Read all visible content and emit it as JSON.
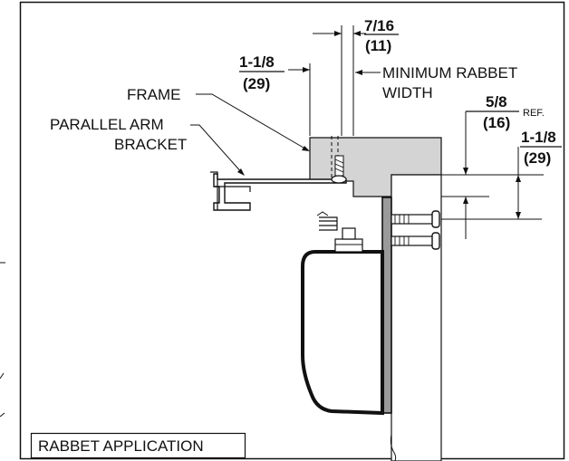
{
  "labels": {
    "frame": "FRAME",
    "parallel_arm_line1": "PARALLEL ARM",
    "parallel_arm_line2": "BRACKET",
    "minimum_rabbet_line1": "MINIMUM RABBET",
    "minimum_rabbet_line2": "WIDTH",
    "ref": "REF.",
    "title": "RABBET APPLICATION"
  },
  "dimensions": {
    "rabbet_width_in": "7/16",
    "rabbet_width_mm": "(11)",
    "frame_offset_in": "1-1/8",
    "frame_offset_mm": "(29)",
    "ref_in": "5/8",
    "ref_mm": "(16)",
    "screw_offset_in": "1-1/8",
    "screw_offset_mm": "(29)"
  },
  "colors": {
    "stroke": "#111111",
    "frame_fill": "#d4d4d4",
    "door_strip_fill": "#9a9a9a"
  }
}
